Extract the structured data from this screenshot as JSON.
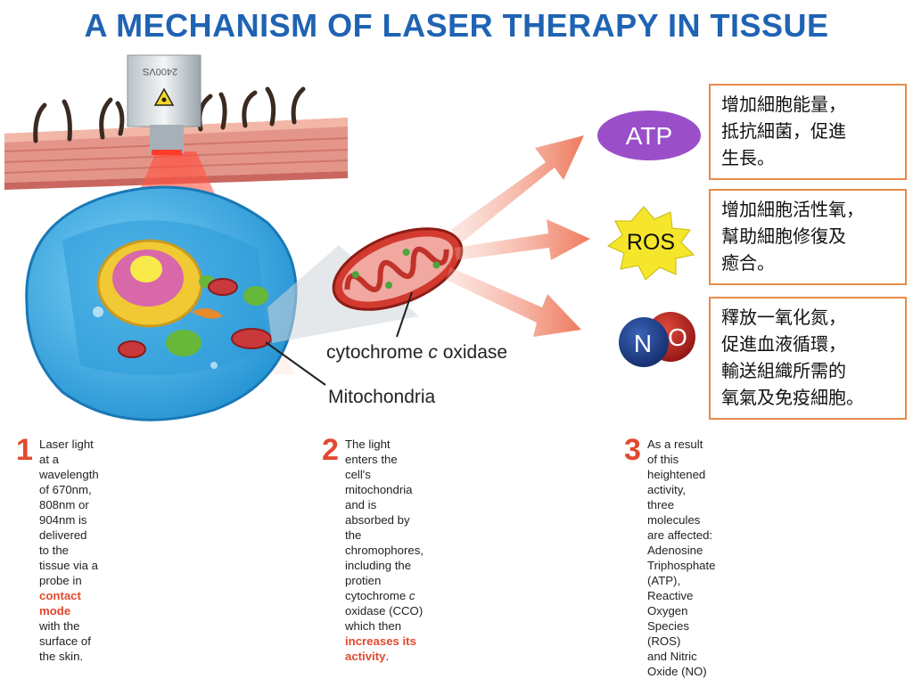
{
  "title": "A MECHANISM OF LASER THERAPY IN TISSUE",
  "probe_label": "2400VS",
  "labels": {
    "cco_prefix": "cytochrome ",
    "cco_italic": "c",
    "cco_suffix": " oxidase",
    "mitochondria": "Mitochondria"
  },
  "molecules": [
    {
      "label": "ATP",
      "color": "#9a4fc9"
    },
    {
      "label": "ROS",
      "color": "#f5e62b"
    },
    {
      "label_n": "N",
      "label_o": "O",
      "color_n": "#1e3f8e",
      "color_o": "#b0201d"
    }
  ],
  "effects": [
    {
      "lines": [
        "增加細胞能量，",
        "抵抗細菌，促進",
        "生長。"
      ]
    },
    {
      "lines": [
        "增加細胞活性氧，",
        "幫助細胞修復及",
        "癒合。"
      ]
    },
    {
      "lines": [
        "釋放一氧化氮，",
        "促進血液循環，",
        "輸送組織所需的",
        "氧氣及免疫細胞。"
      ]
    }
  ],
  "steps": [
    {
      "number": "1",
      "line1": "Laser light at a wavelength of 670nm,",
      "line2": "808nm or 904nm is delivered to the",
      "line3_pre": "tissue via a probe in ",
      "line3_hl": "contact mode",
      "line4": "with the surface of the skin."
    },
    {
      "number": "2",
      "line1": "The light enters the cell's mitochondria",
      "line2": "and is absorbed by the chromophores,",
      "line3_pre": "including the protien cytochrome ",
      "line3_italic": "c",
      "line4": "oxidase (CCO) which then",
      "line5_hl": "increases its activity",
      "line5_post": "."
    },
    {
      "number": "3",
      "line1": "As a result of this heightened activity,",
      "line2": "three molecules are affected:",
      "line3": "Adenosine Triphosphate (ATP),",
      "line4": "Reactive Oxygen Species (ROS)",
      "line5": "and Nitric Oxide (NO)"
    }
  ],
  "colors": {
    "title": "#1f63b3",
    "highlight": "#e2492e",
    "box_border": "#e88a4a",
    "cell": "#3aa7e0",
    "skin": "#d8847a"
  }
}
